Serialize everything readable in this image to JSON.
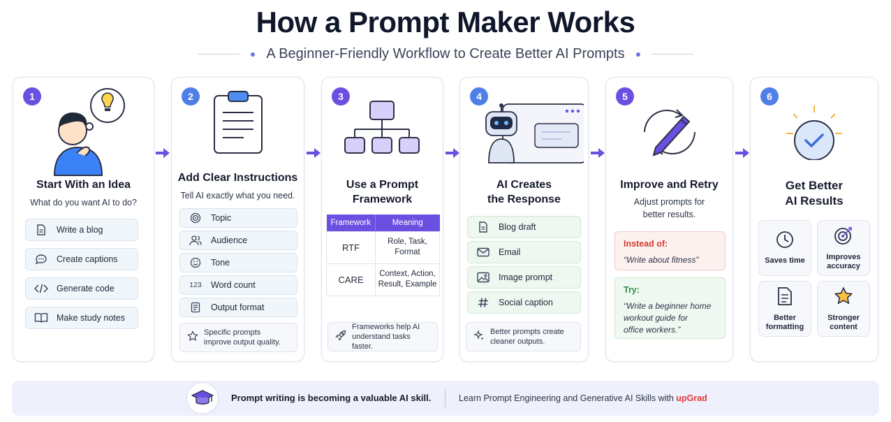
{
  "header": {
    "title": "How a Prompt Maker Works",
    "subtitle": "A Beginner-Friendly Workflow to Create Better AI Prompts"
  },
  "steps": [
    {
      "number": "1",
      "title": "Start With an Idea",
      "desc": "What do you want AI to do?",
      "items": [
        {
          "icon": "document-icon",
          "label": "Write a blog"
        },
        {
          "icon": "chat-bubble-icon",
          "label": "Create captions"
        },
        {
          "icon": "code-icon",
          "label": "Generate code"
        },
        {
          "icon": "book-icon",
          "label": "Make study notes"
        }
      ]
    },
    {
      "number": "2",
      "title": "Add Clear Instructions",
      "desc": "Tell AI exactly what you need.",
      "items": [
        {
          "icon": "target-icon",
          "label": "Topic"
        },
        {
          "icon": "users-icon",
          "label": "Audience"
        },
        {
          "icon": "smile-icon",
          "label": "Tone"
        },
        {
          "icon": "number-icon",
          "label": "Word count",
          "glyph": "123"
        },
        {
          "icon": "format-icon",
          "label": "Output format"
        }
      ],
      "note": "Specific prompts improve output quality."
    },
    {
      "number": "3",
      "title_line1": "Use a Prompt",
      "title_line2": "Framework",
      "table": {
        "headers": [
          "Framework",
          "Meaning"
        ],
        "rows": [
          {
            "key": "RTF",
            "line1": "Role, Task,",
            "line2": "Format"
          },
          {
            "key": "CARE",
            "line1": "Context, Action,",
            "line2": "Result, Example"
          }
        ]
      },
      "note_line1": "Frameworks help AI",
      "note_line2": "understand tasks faster."
    },
    {
      "number": "4",
      "title_line1": "AI Creates",
      "title_line2": "the Response",
      "items": [
        {
          "icon": "document-icon",
          "label": "Blog draft"
        },
        {
          "icon": "email-icon",
          "label": "Email"
        },
        {
          "icon": "image-icon",
          "label": "Image prompt"
        },
        {
          "icon": "hashtag-icon",
          "label": "Social caption"
        }
      ],
      "note_line1": "Better prompts create",
      "note_line2": "cleaner outputs."
    },
    {
      "number": "5",
      "title": "Improve and Retry",
      "desc_line1": "Adjust prompts for",
      "desc_line2": "better results.",
      "instead_label": "Instead of:",
      "instead_text": "“Write about fitness”",
      "try_label": "Try:",
      "try_text_line1": "“Write a beginner home",
      "try_text_line2": "workout guide for",
      "try_text_line3": "office workers.”"
    },
    {
      "number": "6",
      "title_line1": "Get Better",
      "title_line2": "AI Results",
      "tiles": [
        {
          "icon": "clock-icon",
          "line1": "Saves time",
          "line2": ""
        },
        {
          "icon": "target-icon",
          "line1": "Improves",
          "line2": "accuracy"
        },
        {
          "icon": "document-list-icon",
          "line1": "Better",
          "line2": "formatting"
        },
        {
          "icon": "star-icon",
          "line1": "Stronger",
          "line2": "content"
        }
      ]
    }
  ],
  "footer": {
    "left": "Prompt writing is becoming a valuable AI skill.",
    "right": "Learn Prompt Engineering and Generative AI Skills with ",
    "brand": "upGrad"
  },
  "colors": {
    "accent": "#6b4fe0",
    "accent_blue": "#4f7fe6",
    "warning_red": "#d23c32",
    "success_green": "#2f8f4e",
    "brand_red": "#e23b3b"
  }
}
